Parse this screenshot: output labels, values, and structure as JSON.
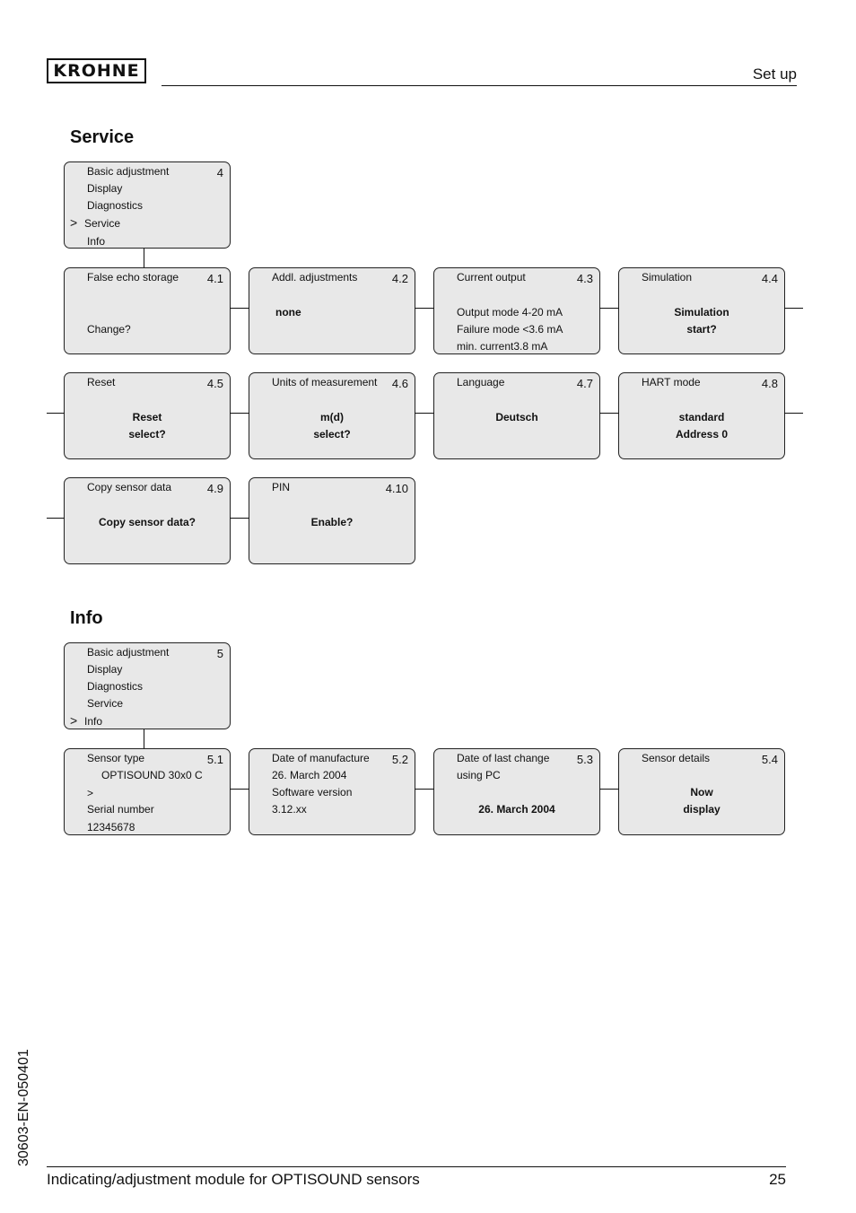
{
  "header": {
    "logo": "KROHNE",
    "section": "Set up"
  },
  "service": {
    "heading": "Service",
    "menu": {
      "num": "4",
      "items": [
        "Basic adjustment",
        "Display",
        "Diagnostics",
        "Service",
        "Info"
      ],
      "caret": ">"
    },
    "b41": {
      "title": "False echo storage",
      "num": "4.1",
      "text": "Change?"
    },
    "b42": {
      "title": "Addl. adjustments",
      "num": "4.2",
      "text": "none"
    },
    "b43": {
      "title": "Current output",
      "num": "4.3",
      "lines": [
        "Output mode 4-20 mA",
        "Failure mode <3.6 mA",
        "min. current3.8 mA"
      ]
    },
    "b44": {
      "title": "Simulation",
      "num": "4.4",
      "line1": "Simulation",
      "line2": "start?"
    },
    "b45": {
      "title": "Reset",
      "num": "4.5",
      "line1": "Reset",
      "line2": "select?"
    },
    "b46": {
      "title": "Units of measurement",
      "num": "4.6",
      "line1": "m(d)",
      "line2": "select?"
    },
    "b47": {
      "title": "Language",
      "num": "4.7",
      "line1": "Deutsch"
    },
    "b48": {
      "title": "HART mode",
      "num": "4.8",
      "line1": "standard",
      "line2": "Address 0"
    },
    "b49": {
      "title": "Copy sensor data",
      "num": "4.9",
      "line1": "Copy sensor data?"
    },
    "b410": {
      "title": "PIN",
      "num": "4.10",
      "line1": "Enable?"
    }
  },
  "info": {
    "heading": "Info",
    "menu": {
      "num": "5",
      "items": [
        "Basic adjustment",
        "Display",
        "Diagnostics",
        "Service",
        "Info"
      ],
      "caret": ">"
    },
    "b51": {
      "title": "Sensor type",
      "num": "5.1",
      "lines": [
        "OPTISOUND 30x0 C",
        ">",
        "Serial number",
        "12345678"
      ]
    },
    "b52": {
      "title": "Date of manufacture",
      "num": "5.2",
      "lines": [
        "26. March 2004",
        "Software version",
        "3.12.xx"
      ]
    },
    "b53": {
      "title": "Date of last change",
      "num": "5.3",
      "line0": "using PC",
      "line1": "26. March 2004"
    },
    "b54": {
      "title": "Sensor details",
      "num": "5.4",
      "line1": "Now",
      "line2": "display"
    }
  },
  "footer": {
    "doc_id": "30603-EN-050401",
    "text": "Indicating/adjustment module for OPTISOUND sensors",
    "page": "25"
  }
}
